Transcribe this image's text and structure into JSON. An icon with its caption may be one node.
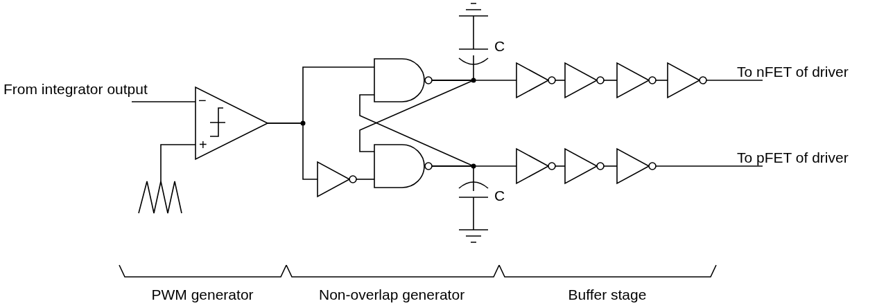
{
  "diagram": {
    "nodes": [
      {
        "text": [
          "From integrator output"
        ]
      },
      {
        "text": [],
        "shape": "triangle"
      },
      {
        "text": [],
        "shape": "waveform"
      },
      {
        "text": [],
        "shape": "gate"
      },
      {
        "text": [],
        "shape": "triangle"
      },
      {
        "text": [],
        "shape": "gate"
      },
      {
        "text": [],
        "shape": "ground"
      },
      {
        "text": [],
        "shape": "capacitor",
        "beside": [
          "C"
        ]
      },
      {
        "text": [],
        "shape": "capacitor",
        "beside": [
          "C"
        ]
      },
      {
        "text": [],
        "shape": "ground"
      },
      {
        "text": [],
        "shape": "triangle"
      },
      {
        "text": [],
        "shape": "triangle"
      },
      {
        "text": [],
        "shape": "triangle"
      },
      {
        "text": [],
        "shape": "triangle"
      },
      {
        "text": [],
        "shape": "triangle"
      },
      {
        "text": [],
        "shape": "triangle"
      },
      {
        "text": [],
        "shape": "triangle"
      },
      {
        "text": [
          "To nFET of driver"
        ]
      },
      {
        "text": [
          "To pFET of driver"
        ]
      }
    ],
    "edges": [
      {
        "from": 0,
        "to": 1,
        "arrow": "none"
      },
      {
        "from": 2,
        "to": 1,
        "arrow": "none"
      },
      {
        "from": 1,
        "to": 3,
        "arrow": "none"
      },
      {
        "from": 1,
        "to": 4,
        "arrow": "none"
      },
      {
        "from": 4,
        "to": 5,
        "arrow": "none"
      },
      {
        "from": 3,
        "to": 7,
        "arrow": "none"
      },
      {
        "from": 3,
        "to": 10,
        "arrow": "none"
      },
      {
        "from": 3,
        "to": 5,
        "arrow": "none"
      },
      {
        "from": 5,
        "to": 8,
        "arrow": "none"
      },
      {
        "from": 5,
        "to": 14,
        "arrow": "none"
      },
      {
        "from": 5,
        "to": 3,
        "arrow": "none"
      },
      {
        "from": 7,
        "to": 6,
        "arrow": "none"
      },
      {
        "from": 8,
        "to": 9,
        "arrow": "none"
      },
      {
        "from": 10,
        "to": 11,
        "arrow": "none"
      },
      {
        "from": 11,
        "to": 12,
        "arrow": "none"
      },
      {
        "from": 12,
        "to": 13,
        "arrow": "none"
      },
      {
        "from": 13,
        "to": 17,
        "arrow": "none"
      },
      {
        "from": 14,
        "to": 15,
        "arrow": "none"
      },
      {
        "from": 15,
        "to": 16,
        "arrow": "none"
      },
      {
        "from": 16,
        "to": 18,
        "arrow": "none"
      }
    ],
    "labels": [
      "−",
      "+",
      "PWM generator",
      "Non-overlap generator",
      "Buffer stage"
    ]
  }
}
